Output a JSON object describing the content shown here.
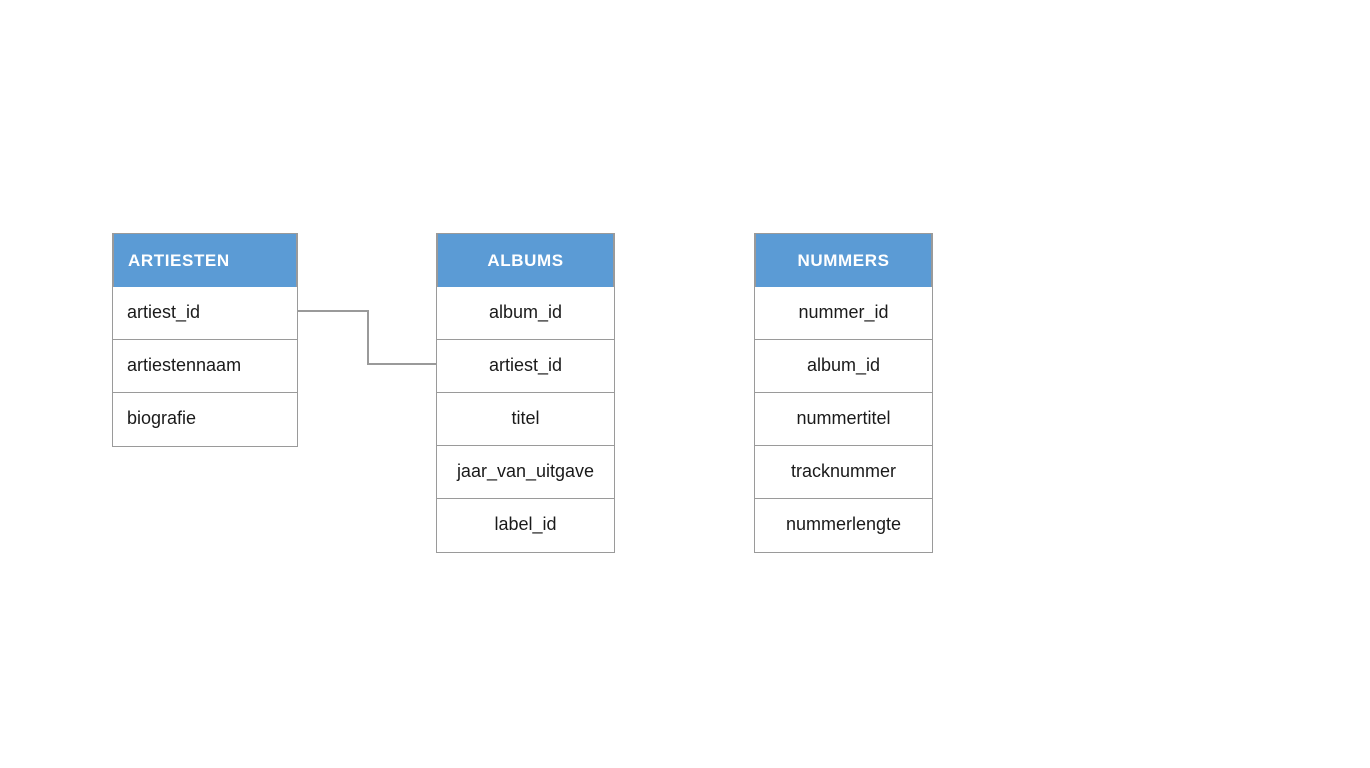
{
  "diagram": {
    "title": "",
    "background_color": "#ffffff",
    "header_color": "#5B9BD5",
    "header_text_color": "#ffffff",
    "border_color": "#9a9a9a",
    "connector_color": "#9a9a9a",
    "entities": [
      {
        "name": "ARTIESTEN",
        "title_align": "left",
        "attributes": [
          {
            "label": "artiest_id"
          },
          {
            "label": "artiestennaam"
          },
          {
            "label": "biografie"
          }
        ]
      },
      {
        "name": "ALBUMS",
        "title_align": "center",
        "attributes": [
          {
            "label": "album_id"
          },
          {
            "label": "artiest_id"
          },
          {
            "label": "titel"
          },
          {
            "label": "jaar_van_uitgave"
          },
          {
            "label": "label_id"
          }
        ]
      },
      {
        "name": "NUMMERS",
        "title_align": "center",
        "attributes": [
          {
            "label": "nummer_id"
          },
          {
            "label": "album_id"
          },
          {
            "label": "nummertitel"
          },
          {
            "label": "tracknummer"
          },
          {
            "label": "nummerlengte"
          }
        ]
      }
    ],
    "relationships": [
      {
        "from_entity": "ARTIESTEN",
        "from_attribute": "artiest_id",
        "to_entity": "ALBUMS",
        "to_attribute": "artiest_id"
      }
    ]
  }
}
